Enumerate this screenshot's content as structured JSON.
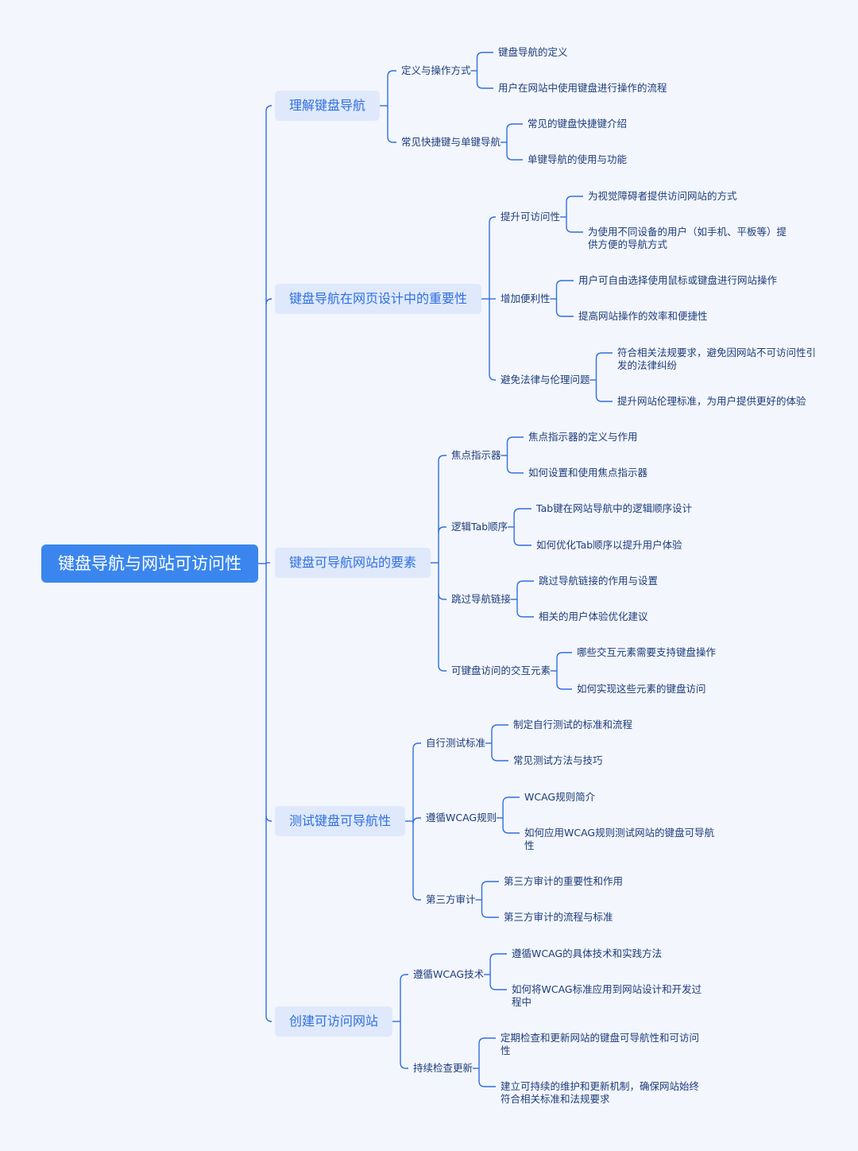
{
  "root": {
    "label": "键盘导航与网站可访问性"
  },
  "topics": [
    {
      "label": "理解键盘导航",
      "children": [
        {
          "label": "定义与操作方式",
          "leaves": [
            "键盘导航的定义",
            "用户在网站中使用键盘进行操作的流程"
          ]
        },
        {
          "label": "常见快捷键与单键导航",
          "leaves": [
            "常见的键盘快捷键介绍",
            "单键导航的使用与功能"
          ]
        }
      ]
    },
    {
      "label": "键盘导航在网页设计中的重要性",
      "children": [
        {
          "label": "提升可访问性",
          "leaves": [
            "为视觉障碍者提供访问网站的方式",
            "为使用不同设备的用户（如手机、平板等）提供方便的导航方式"
          ]
        },
        {
          "label": "增加便利性",
          "leaves": [
            "用户可自由选择使用鼠标或键盘进行网站操作",
            "提高网站操作的效率和便捷性"
          ]
        },
        {
          "label": "避免法律与伦理问题",
          "leaves": [
            "符合相关法规要求，避免因网站不可访问性引发的法律纠纷",
            "提升网站伦理标准，为用户提供更好的体验"
          ]
        }
      ]
    },
    {
      "label": "键盘可导航网站的要素",
      "children": [
        {
          "label": "焦点指示器",
          "leaves": [
            "焦点指示器的定义与作用",
            "如何设置和使用焦点指示器"
          ]
        },
        {
          "label": "逻辑Tab顺序",
          "leaves": [
            "Tab键在网站导航中的逻辑顺序设计",
            "如何优化Tab顺序以提升用户体验"
          ]
        },
        {
          "label": "跳过导航链接",
          "leaves": [
            "跳过导航链接的作用与设置",
            "相关的用户体验优化建议"
          ]
        },
        {
          "label": "可键盘访问的交互元素",
          "leaves": [
            "哪些交互元素需要支持键盘操作",
            "如何实现这些元素的键盘访问"
          ]
        }
      ]
    },
    {
      "label": "测试键盘可导航性",
      "children": [
        {
          "label": "自行测试标准",
          "leaves": [
            "制定自行测试的标准和流程",
            "常见测试方法与技巧"
          ]
        },
        {
          "label": "遵循WCAG规则",
          "leaves": [
            "WCAG规则简介",
            "如何应用WCAG规则测试网站的键盘可导航性"
          ]
        },
        {
          "label": "第三方审计",
          "leaves": [
            "第三方审计的重要性和作用",
            "第三方审计的流程与标准"
          ]
        }
      ]
    },
    {
      "label": "创建可访问网站",
      "children": [
        {
          "label": "遵循WCAG技术",
          "leaves": [
            "遵循WCAG的具体技术和实践方法",
            "如何将WCAG标准应用到网站设计和开发过程中"
          ]
        },
        {
          "label": "持续检查更新",
          "leaves": [
            "定期检查和更新网站的键盘可导航性和可访问性",
            "建立可持续的维护和更新机制，确保网站始终符合相关标准和法规要求"
          ]
        }
      ]
    }
  ]
}
